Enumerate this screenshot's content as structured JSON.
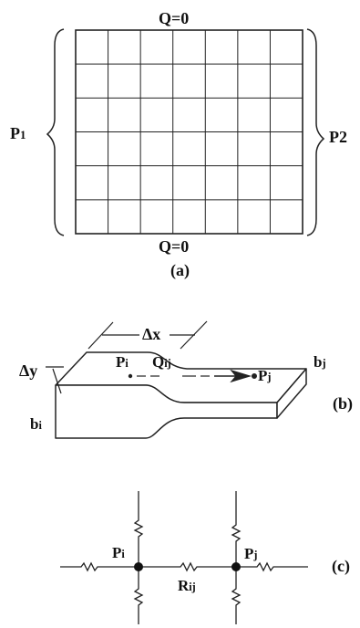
{
  "panel_a": {
    "top_boundary": "Q=0",
    "bottom_boundary": "Q=0",
    "left_pressure": "P",
    "left_pressure_sub": "1",
    "right_pressure": "P2",
    "caption": "(a)"
  },
  "panel_b": {
    "dx": "Δx",
    "dy": "Δy",
    "pi": "P",
    "pi_sub": "i",
    "qij": "Q",
    "qij_sub": "ij",
    "pj": "P",
    "pj_sub": "j",
    "bj": "b",
    "bj_sub": "j",
    "bi": "b",
    "bi_sub": "i",
    "caption": "(b)"
  },
  "panel_c": {
    "pi": "P",
    "pi_sub": "i",
    "pj": "P",
    "pj_sub": "j",
    "rij": "R",
    "rij_sub": "ij",
    "caption": "(c)"
  }
}
